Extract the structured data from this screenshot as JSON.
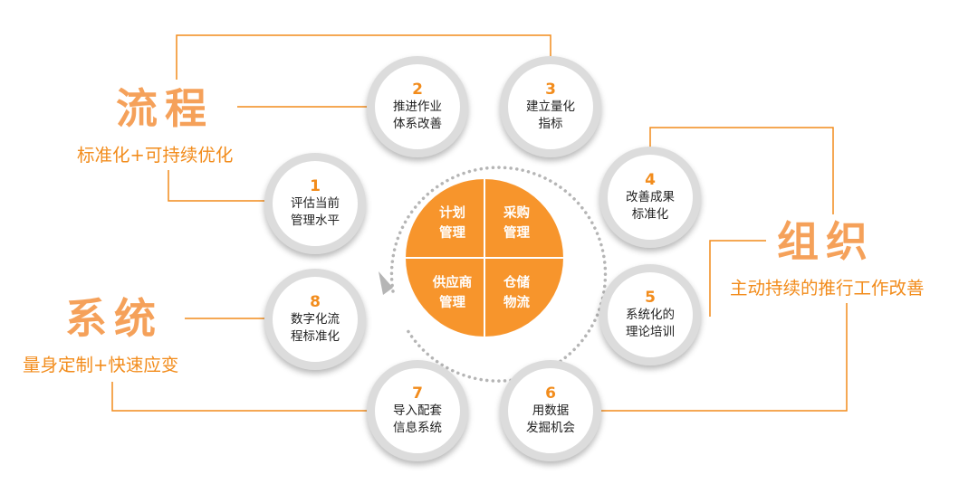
{
  "categories": [
    {
      "id": "process",
      "title": "流程",
      "subtitle": "标准化+可持续优化"
    },
    {
      "id": "organization",
      "title": "组织",
      "subtitle": "主动持续的推行工作改善"
    },
    {
      "id": "system",
      "title": "系统",
      "subtitle": "量身定制+快速应变"
    }
  ],
  "steps": [
    {
      "num": "1",
      "line1": "评估当前",
      "line2": "管理水平"
    },
    {
      "num": "2",
      "line1": "推进作业",
      "line2": "体系改善"
    },
    {
      "num": "3",
      "line1": "建立量化",
      "line2": "指标"
    },
    {
      "num": "4",
      "line1": "改善成果",
      "line2": "标准化"
    },
    {
      "num": "5",
      "line1": "系统化的",
      "line2": "理论培训"
    },
    {
      "num": "6",
      "line1": "用数据",
      "line2": "发掘机会"
    },
    {
      "num": "7",
      "line1": "导入配套",
      "line2": "信息系统"
    },
    {
      "num": "8",
      "line1": "数字化流",
      "line2": "程标准化"
    }
  ],
  "hub": [
    {
      "line1": "计划",
      "line2": "管理"
    },
    {
      "line1": "采购",
      "line2": "管理"
    },
    {
      "line1": "供应商",
      "line2": "管理"
    },
    {
      "line1": "仓储",
      "line2": "物流"
    }
  ],
  "colors": {
    "accent": "#f28c1c",
    "title": "#f5a15a",
    "hub": "#f7952c",
    "ring": "#dcdcdc",
    "dots": "#b5b5b5"
  }
}
